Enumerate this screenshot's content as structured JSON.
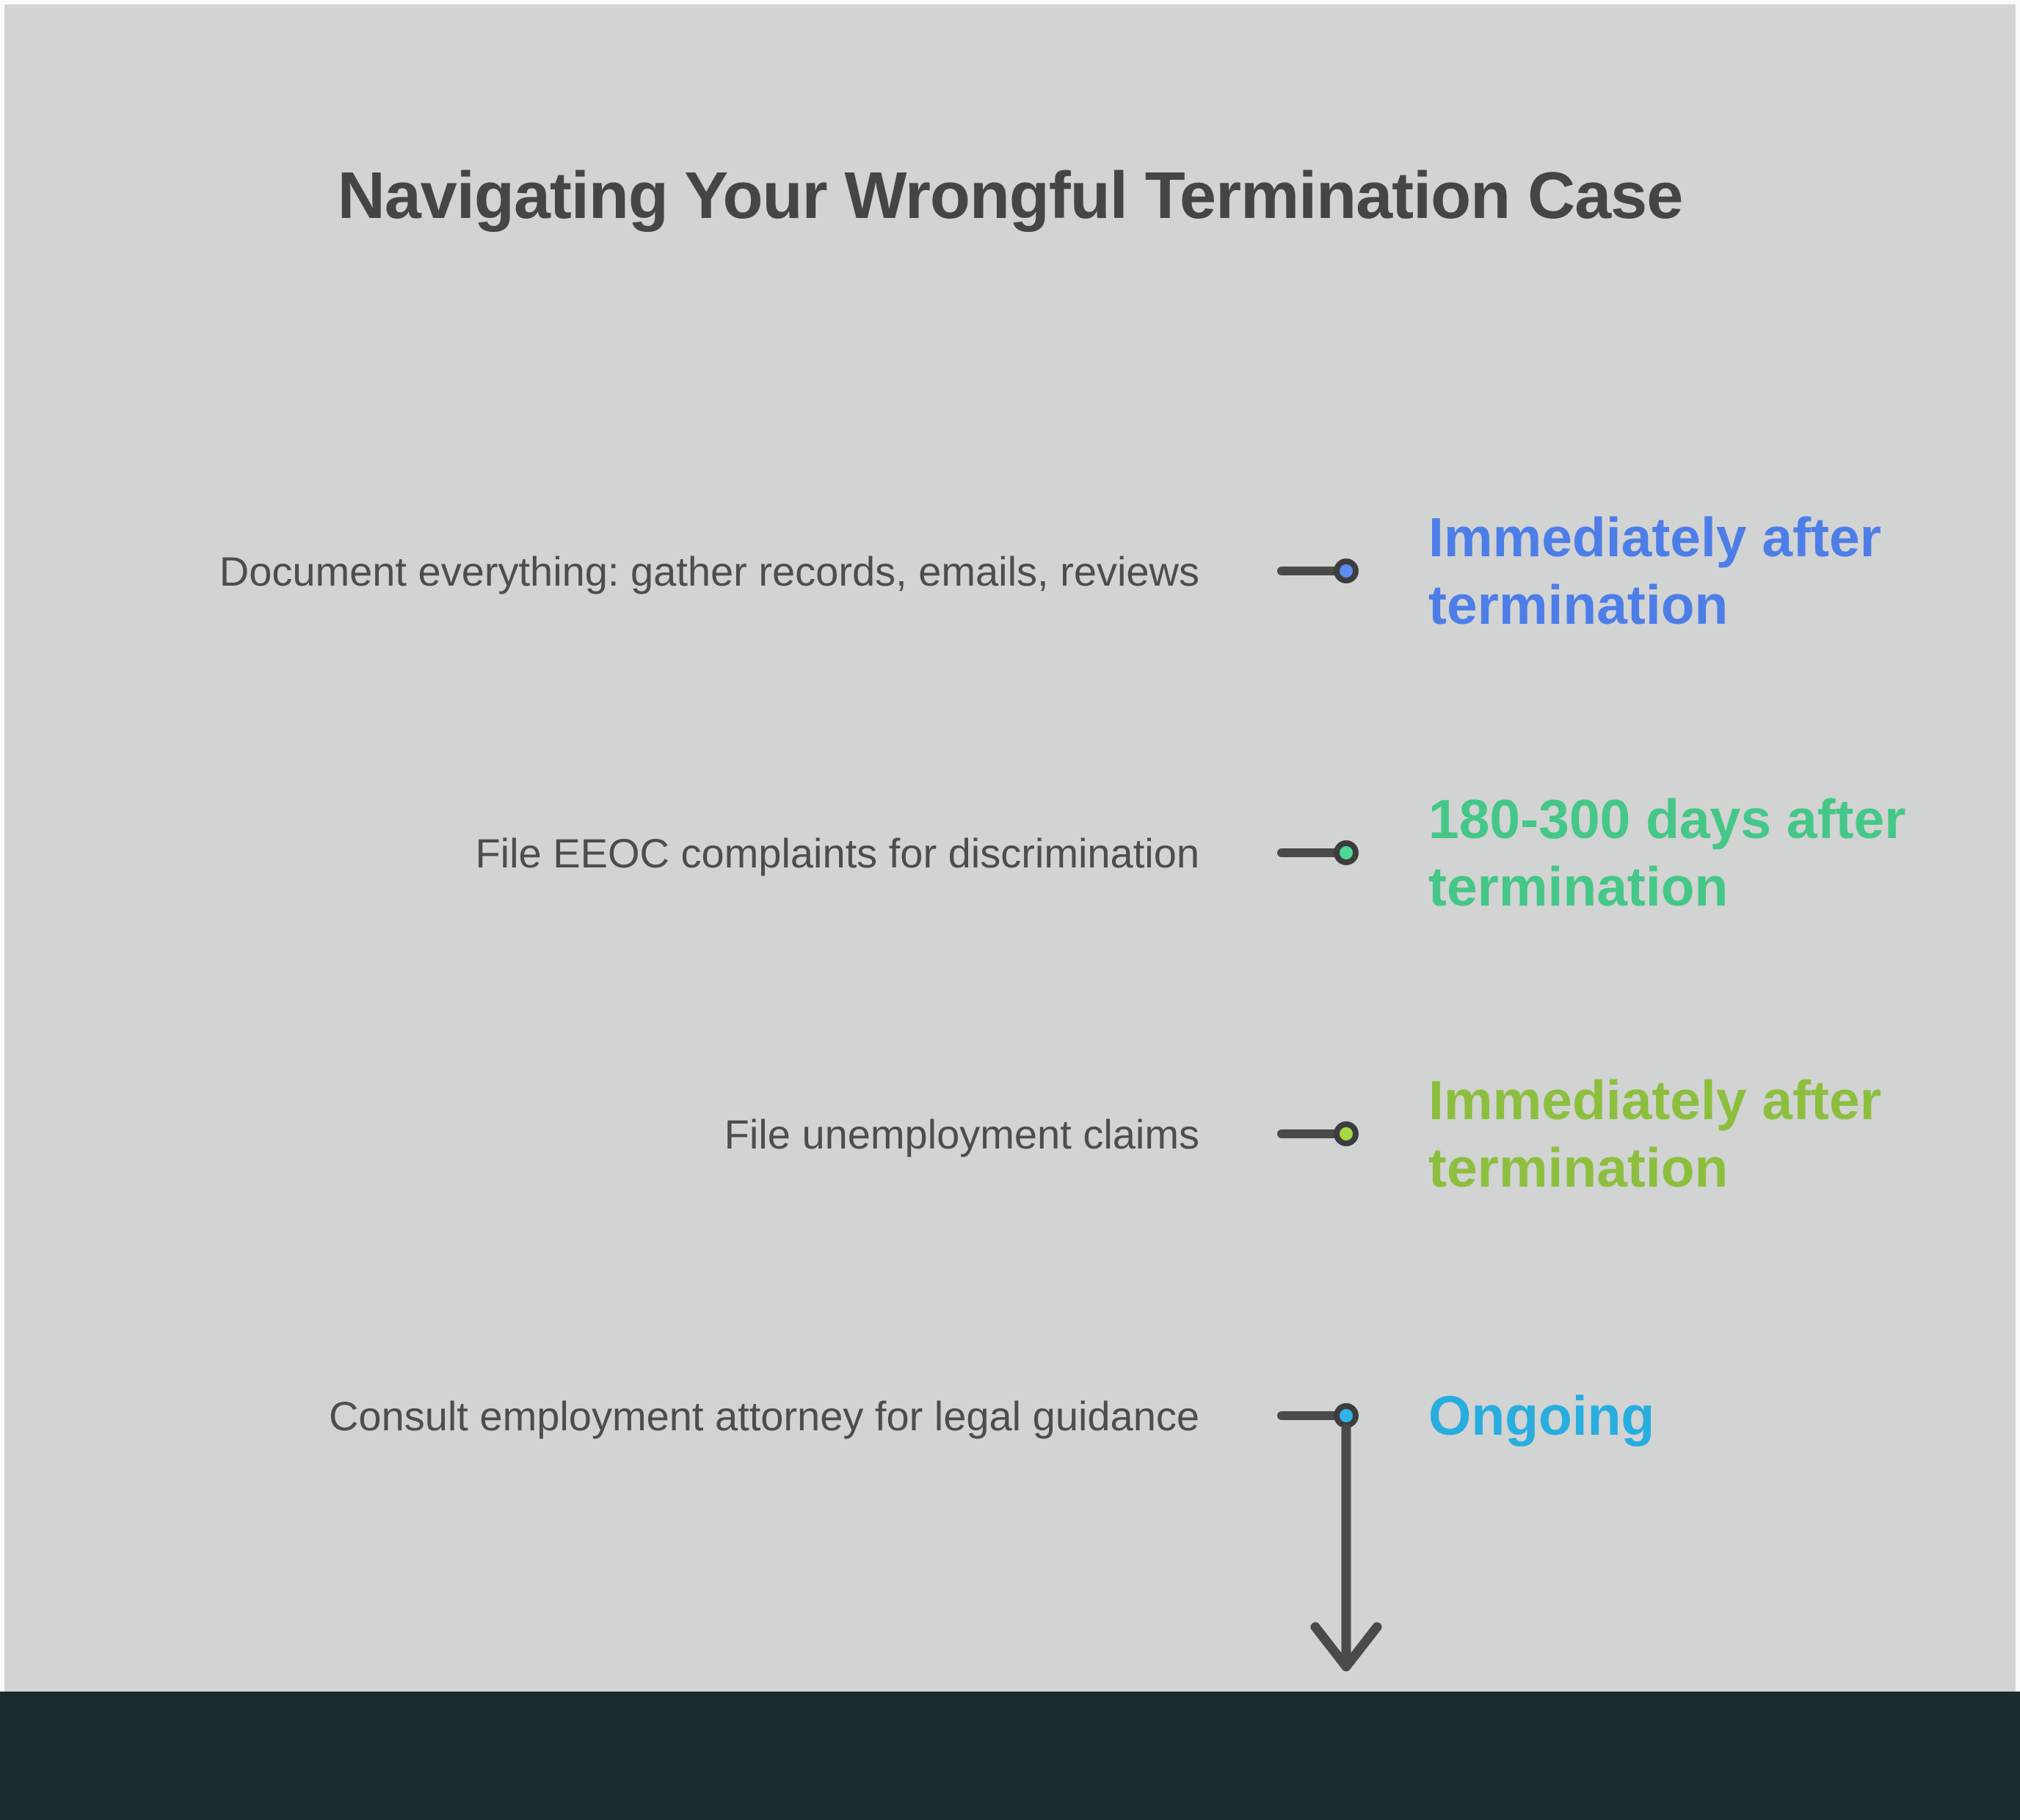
{
  "title": "Navigating Your Wrongful Termination Case",
  "steps": [
    {
      "task": "Document everything: gather records, emails, reviews",
      "timing": "Immediately after termination",
      "label_color": "#4d7ee8",
      "dot_color": "#5b8cf0"
    },
    {
      "task": "File EEOC complaints for discrimination",
      "timing": "180-300 days after termination",
      "label_color": "#45c787",
      "dot_color": "#4bda95"
    },
    {
      "task": "File unemployment claims",
      "timing": "Immediately after termination",
      "label_color": "#8dbf3f",
      "dot_color": "#a5d945"
    },
    {
      "task": "Consult employment attorney for legal guidance",
      "timing": "Ongoing",
      "label_color": "#28addf",
      "dot_color": "#30b5ea"
    }
  ],
  "colors": {
    "canvas_background": "#d2d3d3",
    "page_border": "#f8fafb",
    "footer": "#1b2b2e",
    "title_text": "#454545",
    "task_text": "#4d4d4d",
    "connector": "#4a4a4a",
    "dot_ring": "#3d3d3d"
  }
}
